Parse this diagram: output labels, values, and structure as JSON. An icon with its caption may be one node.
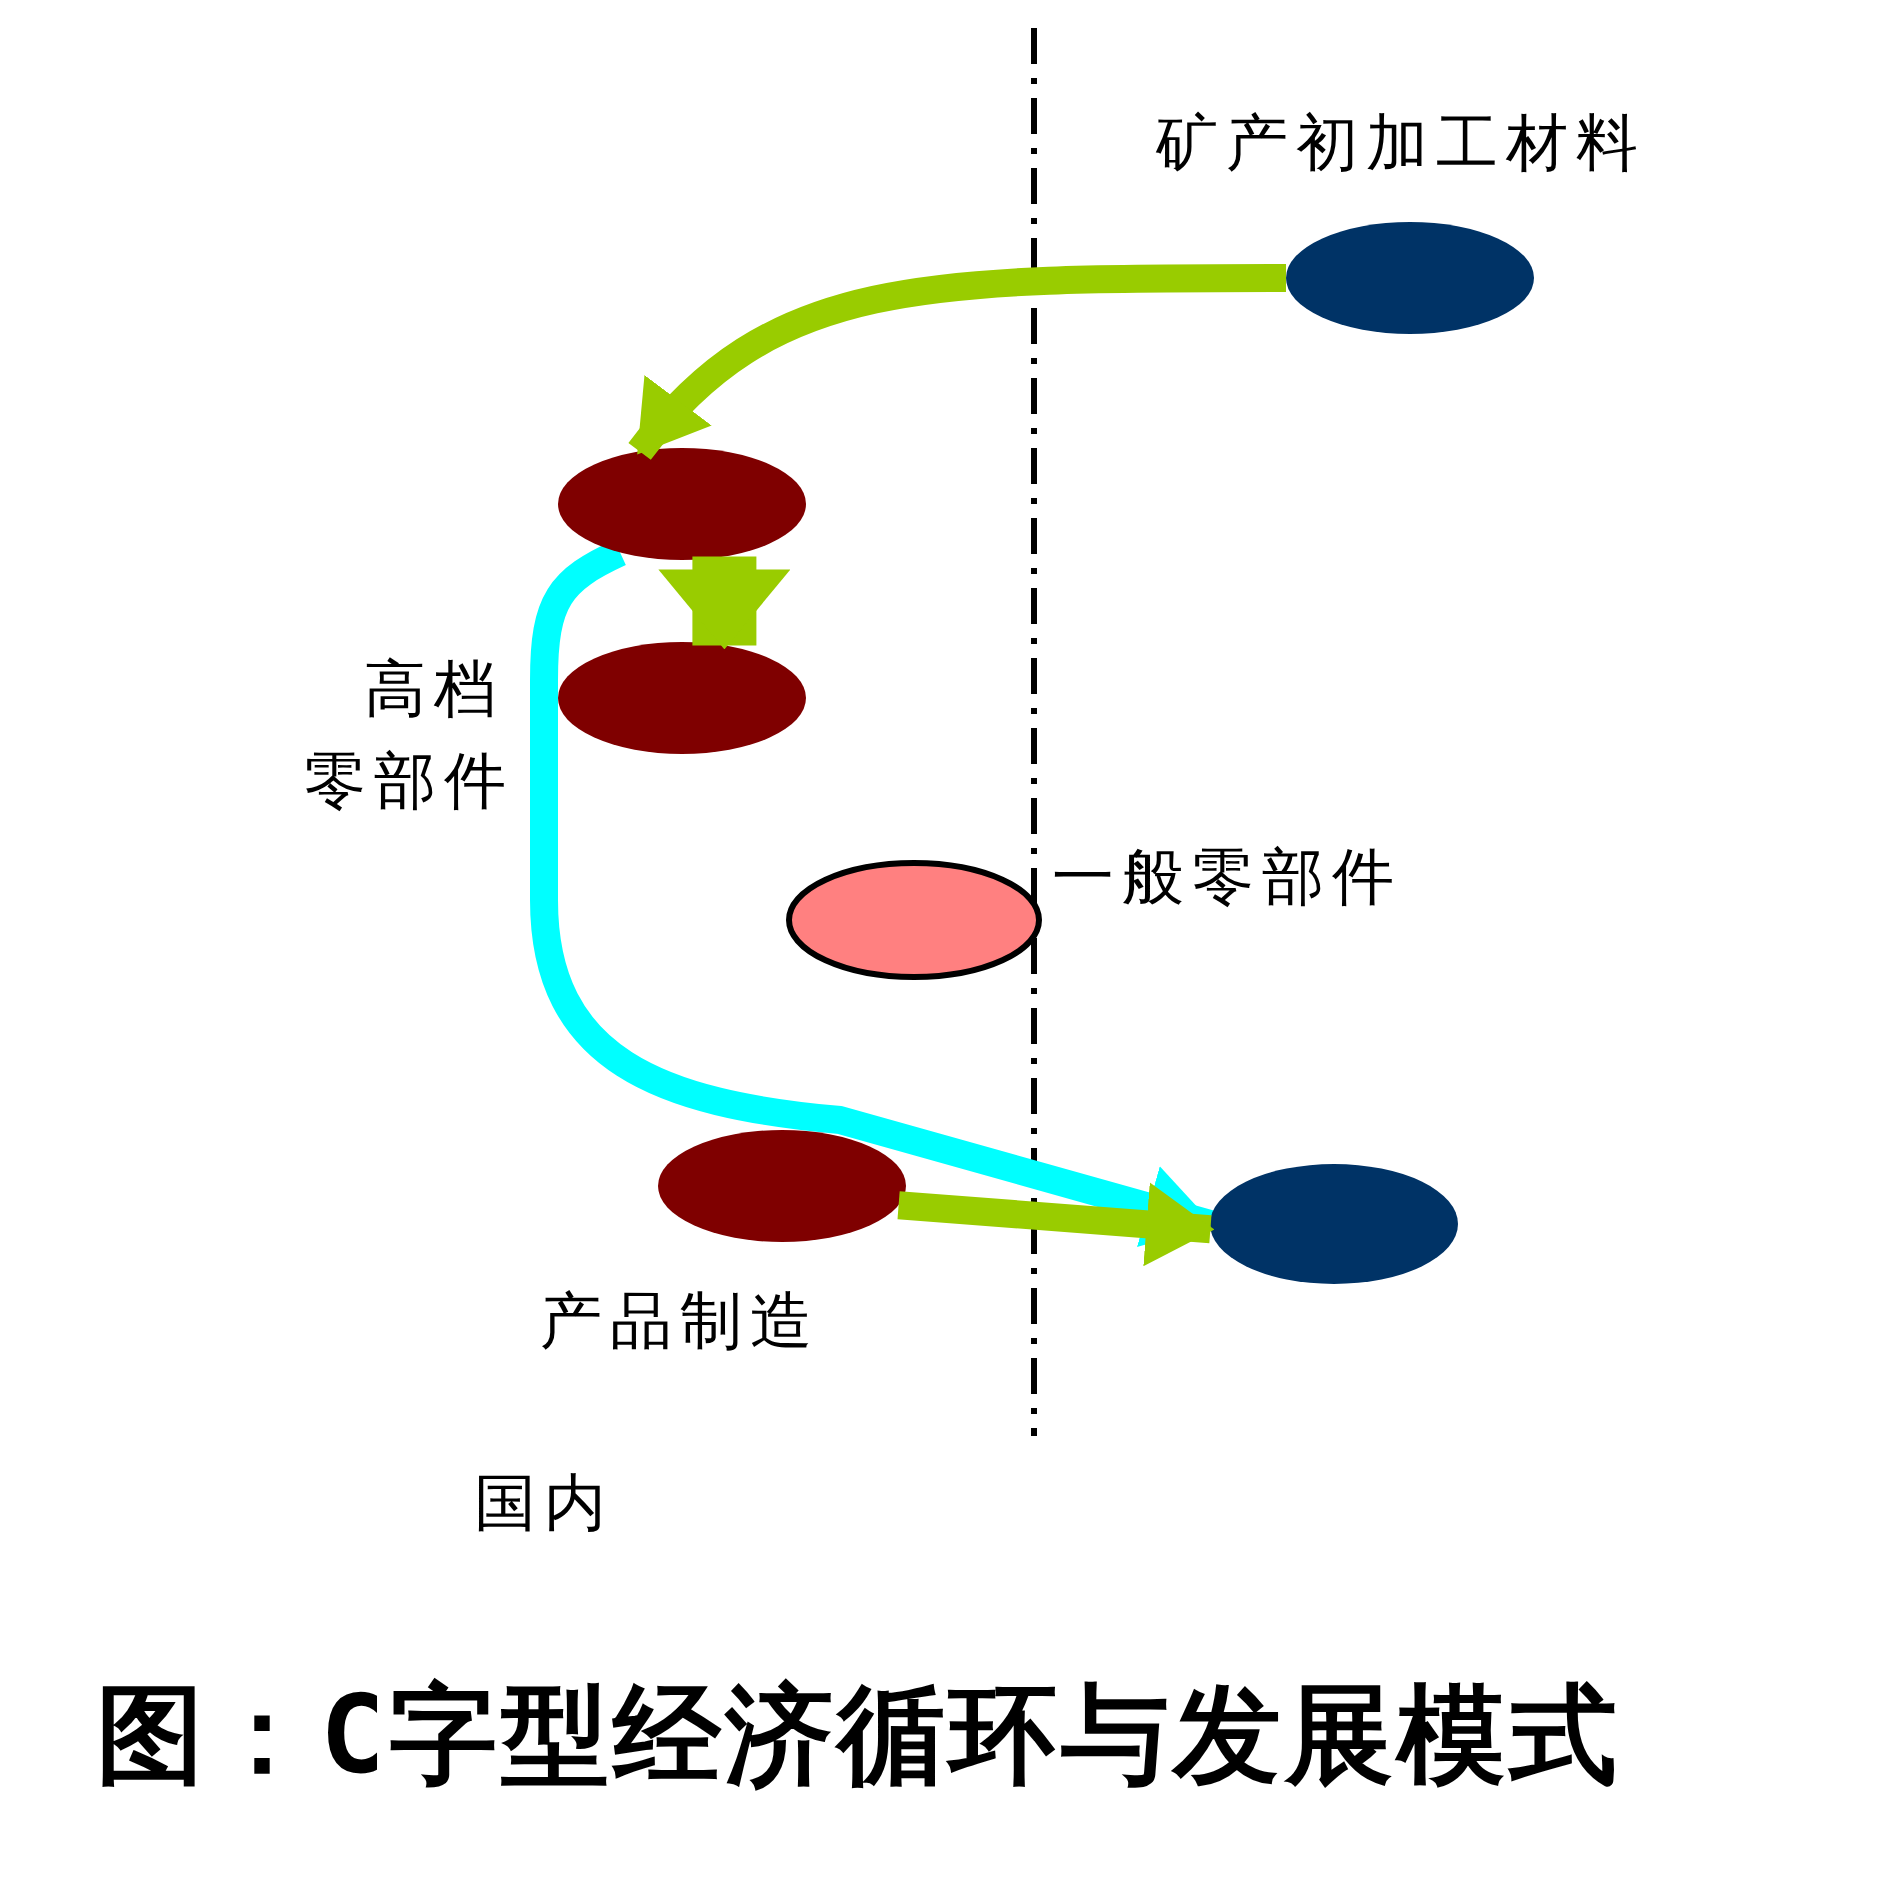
{
  "diagram": {
    "caption": "图：C字型经济循环与发展模式",
    "nodes": [
      {
        "text": [],
        "shape": "ellipse",
        "beside": [
          "矿产初加工材料"
        ]
      },
      {
        "text": [],
        "shape": "ellipse"
      },
      {
        "text": [],
        "shape": "ellipse",
        "beside": [
          "高档零部件"
        ]
      },
      {
        "text": [],
        "shape": "ellipse",
        "beside": [
          "一般零部件"
        ]
      },
      {
        "text": [],
        "shape": "ellipse",
        "beside": [
          "产品制造"
        ]
      },
      {
        "text": [],
        "shape": "ellipse"
      }
    ],
    "edges": [
      {
        "from": 0,
        "to": 1,
        "arrow": "to",
        "color": "#99cc00"
      },
      {
        "from": 1,
        "to": 2,
        "arrow": "to",
        "style": "thick",
        "color": "#99cc00"
      },
      {
        "from": 1,
        "to": 5,
        "arrow": "to",
        "color": "#00ffff"
      },
      {
        "from": 4,
        "to": 5,
        "arrow": "to",
        "color": "#99cc00"
      }
    ],
    "labels": [
      "国内"
    ]
  }
}
